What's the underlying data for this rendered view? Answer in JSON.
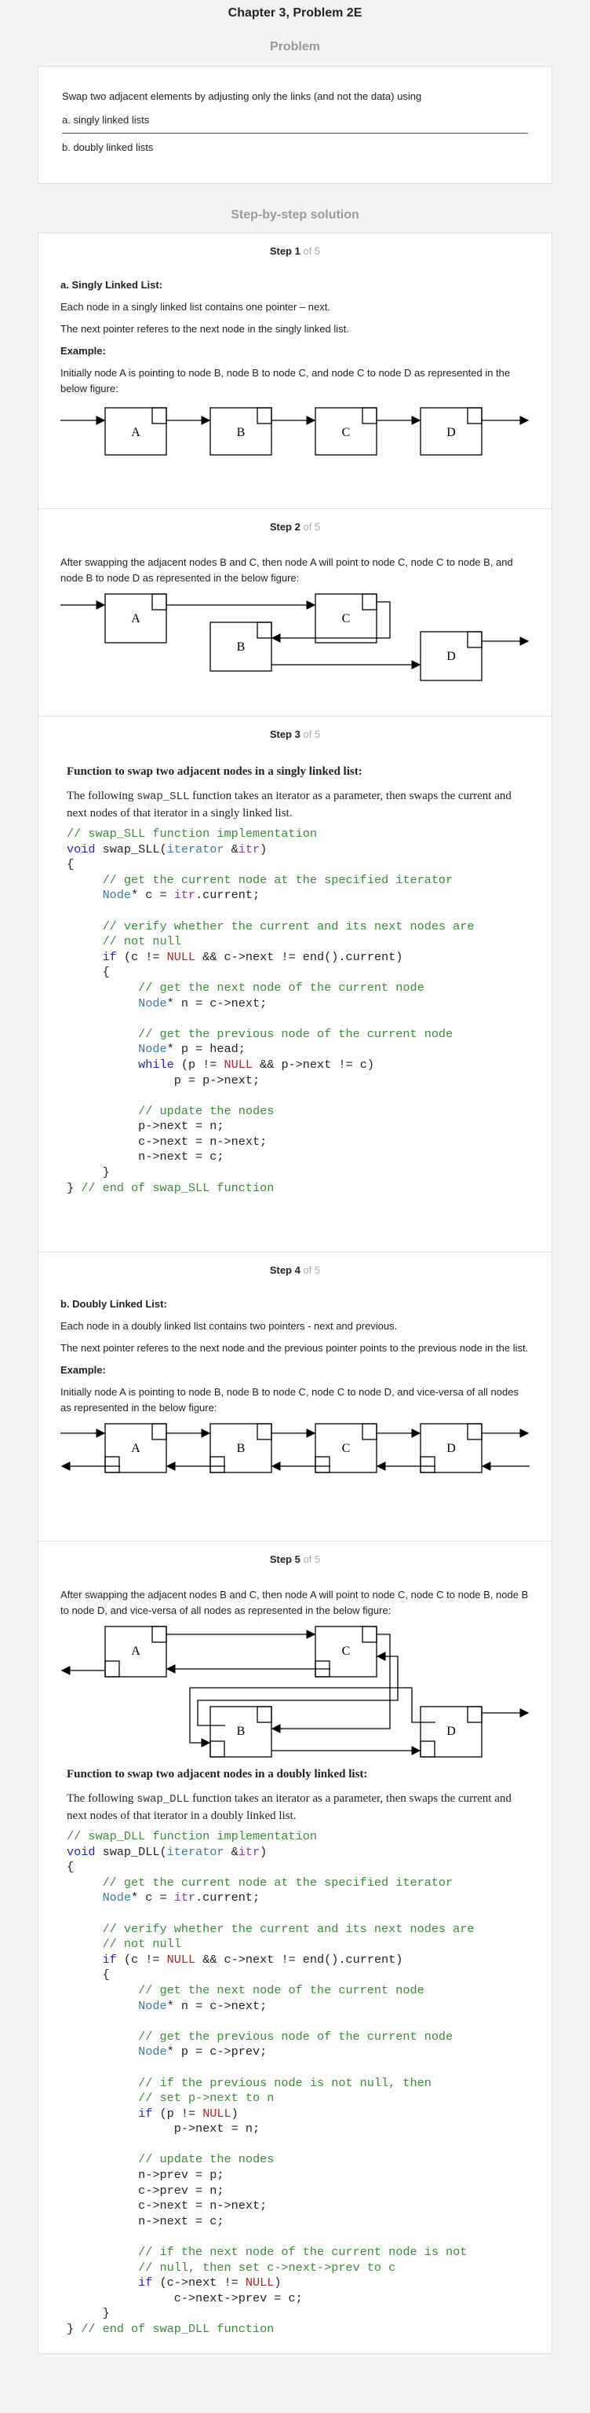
{
  "page": {
    "chapter_title": "Chapter 3, Problem 2E",
    "problem_heading": "Problem",
    "solution_heading": "Step-by-step solution"
  },
  "problem": {
    "statement": "Swap two adjacent elements by adjusting only the links (and not the data) using",
    "option_a": "a. singly linked lists",
    "option_b": "b. doubly linked lists"
  },
  "steps": [
    {
      "label": "Step 1",
      "of": "of 5",
      "heading": "a. Singly Linked List:",
      "p1": "Each node in a singly linked list contains one pointer – next.",
      "p2": "The next pointer referes to the next node in the singly linked list.",
      "example": "Example:",
      "p3": "Initially node A is pointing to node B, node B to node C, and node C to node D as represented in the below figure:",
      "nodes": [
        "A",
        "B",
        "C",
        "D"
      ]
    },
    {
      "label": "Step 2",
      "of": "of 5",
      "p1": "After swapping the adjacent nodes B and C, then node A will point to node C, node C to node B, and node B to node D as represented in the below figure:",
      "nodes": [
        "A",
        "B",
        "C",
        "D"
      ]
    },
    {
      "label": "Step 3",
      "of": "of 5",
      "heading": "Function to swap two adjacent nodes in a singly linked list:",
      "p_pre": "The following ",
      "p_code": "swap_SLL",
      "p_post": "  function takes an iterator as a parameter, then swaps the current and next nodes of that iterator in a singly linked list."
    },
    {
      "label": "Step 4",
      "of": "of 5",
      "heading": "b. Doubly Linked List:",
      "p1": "Each node in a doubly linked list contains two pointers - next and previous.",
      "p2": "The next pointer referes to the next node and the previous pointer points to the previous node in the list.",
      "example": "Example:",
      "p3": "Initially node A is pointing to node B, node B to node C, node C to node D, and vice-versa of all nodes as represented in the below figure:",
      "nodes": [
        "A",
        "B",
        "C",
        "D"
      ]
    },
    {
      "label": "Step 5",
      "of": "of 5",
      "p1": "After swapping the adjacent nodes B and C, then node A will point to node C, node C to node B, node B to node D, and vice-versa of all nodes as represented in the below figure:",
      "nodes": [
        "A",
        "B",
        "C",
        "D"
      ],
      "heading": "Function to swap two adjacent nodes in a doubly linked list:",
      "p_pre": "The following ",
      "p_code": "swap_DLL",
      "p_post": " function takes an iterator as a parameter, then swaps the current and next nodes of that iterator in a doubly linked list."
    }
  ],
  "code_sll": {
    "l01": "// swap_SLL function implementation",
    "l02_kw": "void",
    "l02_fn": " swap_SLL(",
    "l02_ty": "iterator",
    "l02_amp": " &",
    "l02_id": "itr",
    "l02_end": ")",
    "l03": "{",
    "l04": "     // get the current node at the specified iterator",
    "l05_ty": "     Node",
    "l05_a": "* c = ",
    "l05_id": "itr",
    "l05_b": ".current;",
    "l06": "     // verify whether the current and its next nodes are",
    "l07": "     // not null",
    "l08_kw": "     if",
    "l08_a": " (c != ",
    "l08_nl": "NULL",
    "l08_b": " && c->next != end().current)",
    "l09": "     {",
    "l10": "          // get the next node of the current node",
    "l11_ty": "          Node",
    "l11_a": "* n = c->next;",
    "l12": "          // get the previous node of the current node",
    "l13_ty": "          Node",
    "l13_a": "* p = head;",
    "l14_kw": "          while",
    "l14_a": " (p != ",
    "l14_nl": "NULL",
    "l14_b": " && p->next != c)",
    "l15": "               p = p->next;",
    "l16": "          // update the nodes",
    "l17": "          p->next = n;",
    "l18": "          c->next = n->next;",
    "l19": "          n->next = c;",
    "l20": "     }",
    "l21_a": "} ",
    "l21_cm": "// end of swap_SLL function"
  },
  "code_dll": {
    "l01": "// swap_DLL function implementation",
    "l02_kw": "void",
    "l02_fn": " swap_DLL(",
    "l02_ty": "iterator",
    "l02_amp": " &",
    "l02_id": "itr",
    "l02_end": ")",
    "l03": "{",
    "l04": "     // get the current node at the specified iterator",
    "l05_ty": "     Node",
    "l05_a": "* c = ",
    "l05_id": "itr",
    "l05_b": ".current;",
    "l06": "     // verify whether the current and its next nodes are",
    "l07": "     // not null",
    "l08_kw": "     if",
    "l08_a": " (c != ",
    "l08_nl": "NULL",
    "l08_b": " && c->next != end().current)",
    "l09": "     {",
    "l10": "          // get the next node of the current node",
    "l11_ty": "          Node",
    "l11_a": "* n = c->next;",
    "l12": "          // get the previous node of the current node",
    "l13_ty": "          Node",
    "l13_a": "* p = c->prev;",
    "l14": "          // if the previous node is not null, then",
    "l15": "          // set p->next to n",
    "l16_kw": "          if",
    "l16_a": " (p != ",
    "l16_nl": "NULL",
    "l16_b": ")",
    "l17": "               p->next = n;",
    "l18": "          // update the nodes",
    "l19": "          n->prev = p;",
    "l20": "          c->prev = n;",
    "l21": "          c->next = n->next;",
    "l22": "          n->next = c;",
    "l23": "          // if the next node of the current node is not",
    "l24": "          // null, then set c->next->prev to c",
    "l25_kw": "          if",
    "l25_a": " (c->next != ",
    "l25_nl": "NULL",
    "l25_b": ")",
    "l26": "               c->next->prev = c;",
    "l27": "     }",
    "l28_a": "} ",
    "l28_cm": "// end of swap_DLL function"
  }
}
